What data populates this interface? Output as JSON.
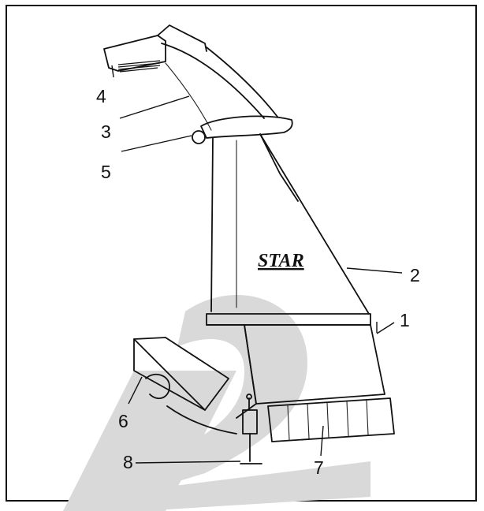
{
  "brand_label": "STAR",
  "callouts": {
    "c1": "1",
    "c2": "2",
    "c3": "3",
    "c4": "4",
    "c5": "5",
    "c6": "6",
    "c7": "7",
    "c8": "8"
  },
  "colors": {
    "ink": "#111111",
    "watermark": "#d9d9d9",
    "background": "#ffffff"
  },
  "icons": {
    "watermark": "watermark-logo-icon"
  }
}
